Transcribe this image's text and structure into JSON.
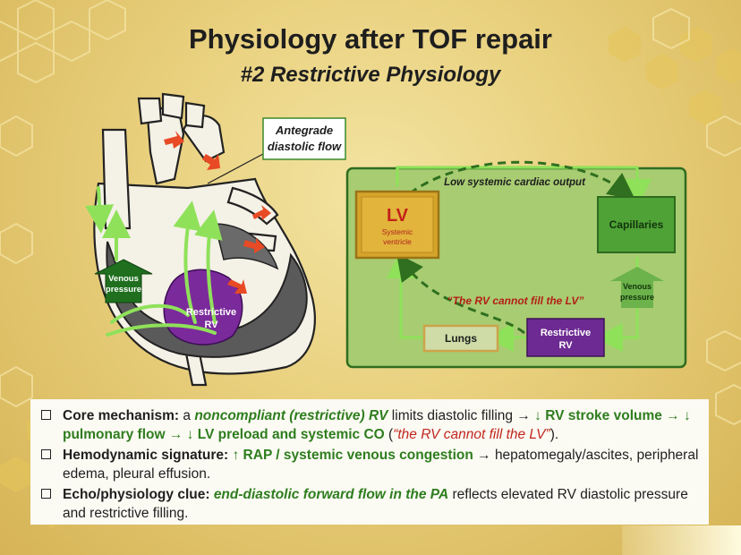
{
  "title": {
    "line1": "Physiology after TOF repair",
    "line2": "#2 Restrictive Physiology"
  },
  "heart": {
    "callout": [
      "Antegrade",
      "diastolic flow"
    ],
    "venous_pressure": [
      "Venous",
      "pressure"
    ],
    "restrictive_rv": [
      "Restrictive",
      "RV"
    ]
  },
  "circuit": {
    "top_label": "Low systemic cardiac output",
    "lv_label": "LV",
    "lv_sub": [
      "Systemic",
      "ventricle"
    ],
    "capillaries": "Capillaries",
    "venous_pressure": [
      "Venous",
      "pressure"
    ],
    "quote": "“The RV cannot fill the LV”",
    "lungs": "Lungs",
    "restrictive_rv": [
      "Restrictive",
      "RV"
    ]
  },
  "bullets": [
    {
      "parts": [
        {
          "t": "Core mechanism:",
          "s": "b"
        },
        {
          "t": " a ",
          "s": ""
        },
        {
          "t": "noncompliant (restrictive) RV",
          "s": "gi"
        },
        {
          "t": " limits diastolic filling → ",
          "s": ""
        },
        {
          "t": "↓ RV stroke volume → ↓ pulmonary flow → ↓ LV preload and systemic CO",
          "s": "b g"
        },
        {
          "t": " (",
          "s": ""
        },
        {
          "t": "“the RV cannot fill the LV”",
          "s": "r"
        },
        {
          "t": ").",
          "s": ""
        }
      ]
    },
    {
      "parts": [
        {
          "t": "Hemodynamic signature:",
          "s": "b"
        },
        {
          "t": " ",
          "s": ""
        },
        {
          "t": "↑ RAP / systemic venous congestion",
          "s": "b g"
        },
        {
          "t": " → hepatomegaly/ascites, peripheral edema, pleural effusion.",
          "s": ""
        }
      ]
    },
    {
      "parts": [
        {
          "t": "Echo/physiology clue:",
          "s": "b"
        },
        {
          "t": " ",
          "s": ""
        },
        {
          "t": "end-diastolic forward flow in the PA",
          "s": "gi"
        },
        {
          "t": " reflects elevated RV diastolic pressure and restrictive filling.",
          "s": ""
        }
      ]
    }
  ]
}
